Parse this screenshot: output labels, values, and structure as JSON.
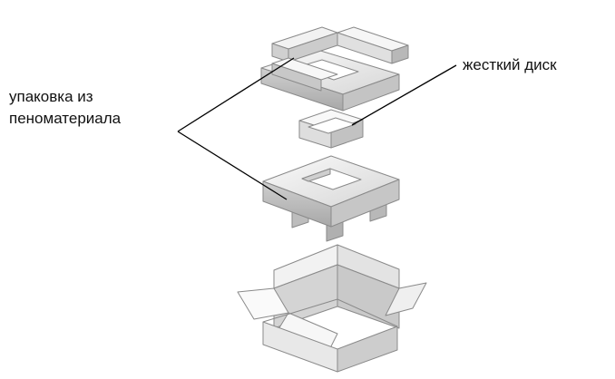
{
  "labels": {
    "foam_line1": "упаковка из",
    "foam_line2": "пеноматериала",
    "hard_drive": "жесткий диск"
  },
  "colors": {
    "line": "#000000",
    "light": "#f4f4f4",
    "mid": "#d9d9d9",
    "dark": "#b3b3b3",
    "outline": "#8a8a8a"
  },
  "icons": [
    "foam-top-insert-icon",
    "hard-drive-icon",
    "foam-bottom-insert-icon",
    "open-box-icon"
  ]
}
